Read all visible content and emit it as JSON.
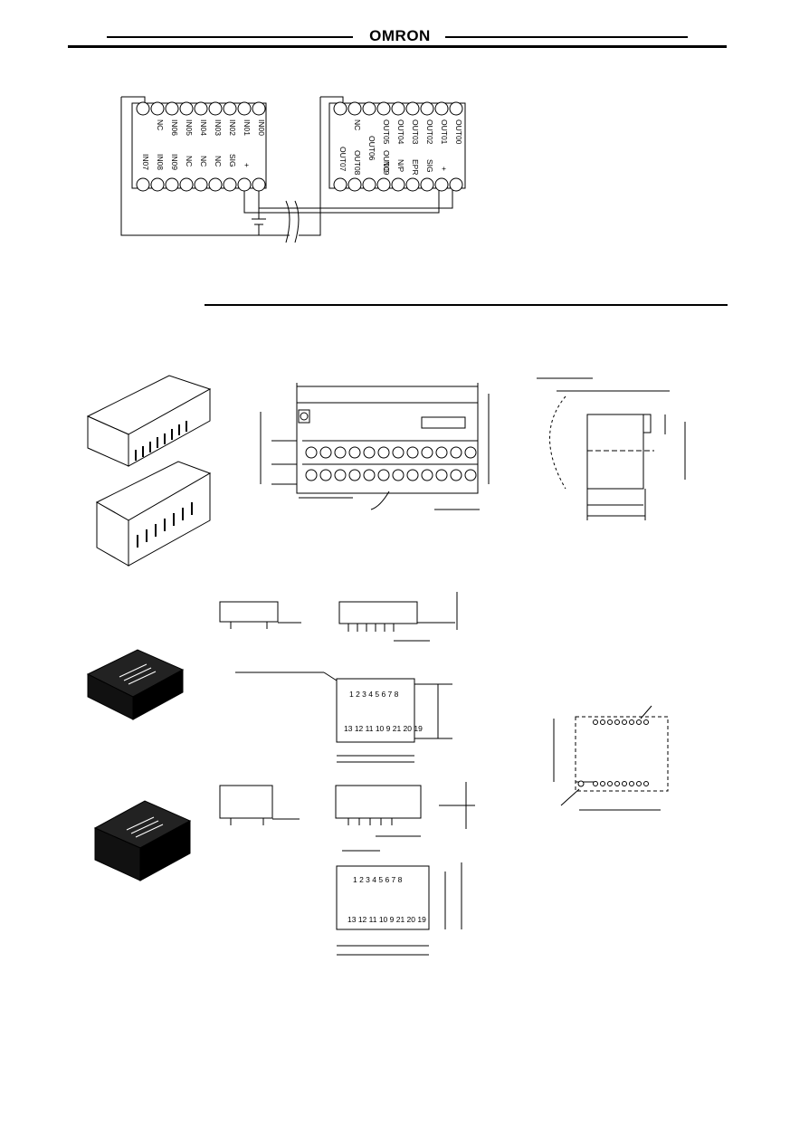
{
  "header": {
    "brand": "OMRON"
  },
  "wiring": {
    "input_terminals_top": [
      "NC",
      "IN06",
      "IN05",
      "IN04",
      "IN03",
      "IN02",
      "IN01",
      "IN00"
    ],
    "input_terminals_bottom": [
      "IN07",
      "IN08",
      "IN09",
      "NC",
      "NC",
      "NC",
      "SIG",
      "+"
    ],
    "output_terminals_top": [
      "NC",
      "OUT06",
      "OUT05",
      "OUT04",
      "OUT03",
      "OUT02",
      "OUT01",
      "OUT00"
    ],
    "output_terminals_bottom": [
      "OUT07",
      "OUT08",
      "OUT09",
      "NC",
      "N/P",
      "EPR",
      "SIG",
      "+"
    ],
    "output_terminals_bottom_mid": [
      "OUT06",
      "OUT09"
    ],
    "input_top_mid": [
      "NC"
    ]
  },
  "pcb_board": {
    "top_markings": "1 2 3 4 5 6 7 8",
    "bottom_markings": "13 12 11 10 9 21 20 19"
  }
}
